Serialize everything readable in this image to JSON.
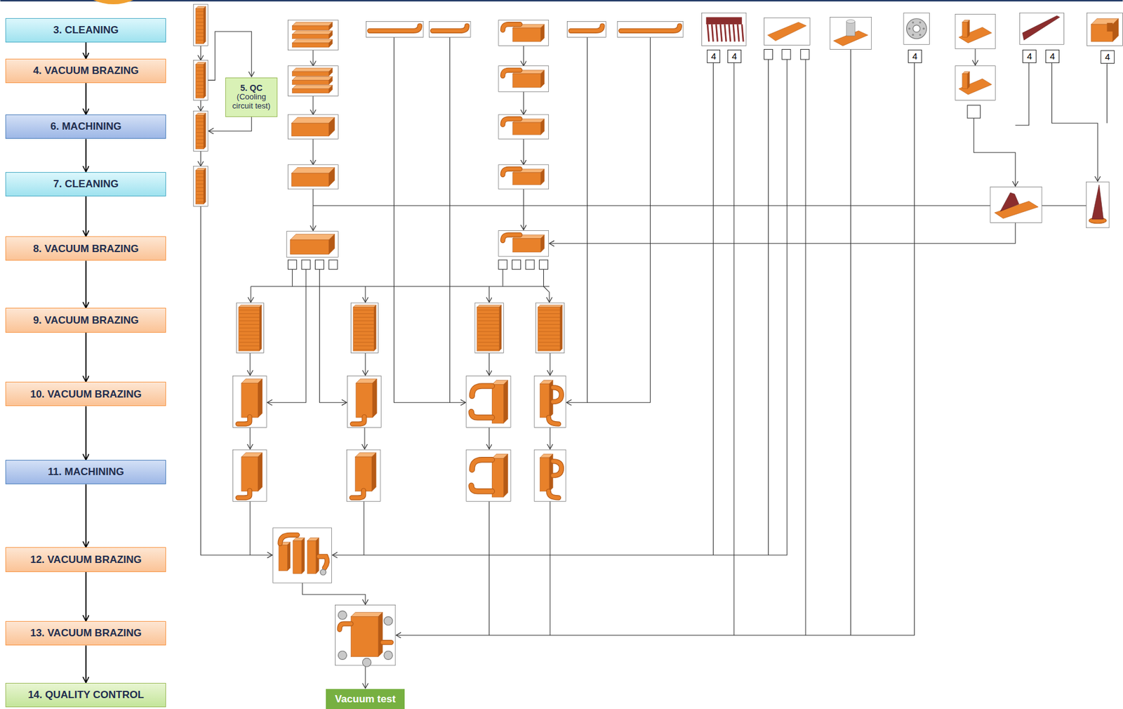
{
  "diagram": {
    "nodes": [
      {
        "text": [
          "3. CLEANING"
        ]
      },
      {
        "text": [
          "4. VACUUM BRAZING"
        ]
      },
      {
        "text": [
          "5. QC",
          "(Cooling circuit test)"
        ]
      },
      {
        "text": [
          "6. MACHINING"
        ]
      },
      {
        "text": [
          "7. CLEANING"
        ]
      },
      {
        "text": [
          "8. VACUUM BRAZING"
        ]
      },
      {
        "text": [
          "9. VACUUM BRAZING"
        ]
      },
      {
        "text": [
          "10. VACUUM BRAZING"
        ]
      },
      {
        "text": [
          "11. MACHINING"
        ]
      },
      {
        "text": [
          "12. VACUUM BRAZING"
        ]
      },
      {
        "text": [
          "13. VACUUM BRAZING"
        ]
      },
      {
        "text": [
          "14. QUALITY CONTROL"
        ]
      },
      {
        "text": [
          "Vacuum test"
        ]
      },
      {
        "text": [
          "4"
        ]
      },
      {
        "text": [
          "4"
        ]
      },
      {
        "text": [
          "4"
        ]
      },
      {
        "text": [
          "4"
        ]
      },
      {
        "text": [
          "4"
        ]
      },
      {
        "text": [
          "4"
        ]
      }
    ],
    "edges": [
      {
        "from": 0,
        "to": 1,
        "arrow": "to"
      },
      {
        "from": 1,
        "to": 3,
        "arrow": "to"
      },
      {
        "from": 3,
        "to": 4,
        "arrow": "to"
      },
      {
        "from": 4,
        "to": 5,
        "arrow": "to"
      },
      {
        "from": 5,
        "to": 6,
        "arrow": "to"
      },
      {
        "from": 6,
        "to": 7,
        "arrow": "to"
      },
      {
        "from": 7,
        "to": 8,
        "arrow": "to"
      },
      {
        "from": 8,
        "to": 9,
        "arrow": "to"
      },
      {
        "from": 9,
        "to": 10,
        "arrow": "to"
      },
      {
        "from": 10,
        "to": 11,
        "arrow": "to"
      }
    ]
  }
}
